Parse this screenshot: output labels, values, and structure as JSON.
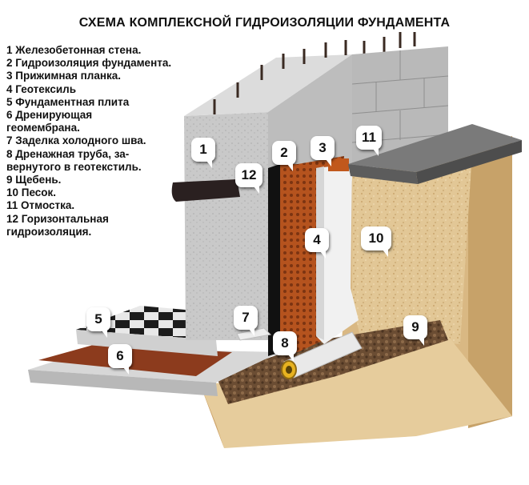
{
  "title": "СХЕМА КОМПЛЕКСНОЙ ГИДРОИЗОЛЯЦИИ  ФУНДАМЕНТА",
  "legend": [
    "1  Железобетонная стена.",
    "2  Гидроизоляция фундамента.",
    "3  Прижимная планка.",
    "4  Геотексиль",
    "5  Фундаментная плита",
    "6  Дренирующая",
    "геомембрана.",
    "7  Заделка холодного шва.",
    "8  Дренажная труба, за-",
    "вернутого в геотекстиль.",
    "9   Щебень.",
    "10 Песок.",
    "11 Отмостка.",
    "12 Горизонтальная",
    "гидроизоляция."
  ],
  "callouts": [
    "1",
    "2",
    "3",
    "4",
    "5",
    "6",
    "7",
    "8",
    "9",
    "10",
    "11",
    "12"
  ]
}
